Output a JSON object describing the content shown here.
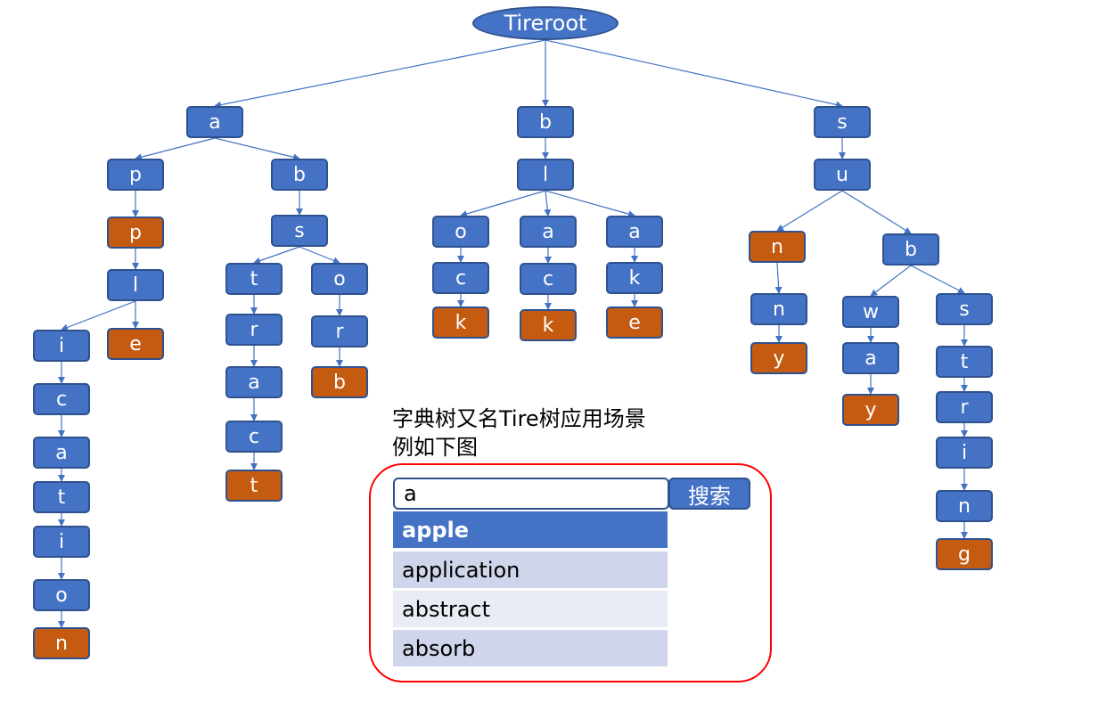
{
  "root": {
    "label": "Tireroot"
  },
  "colors": {
    "node_fill": "#4472c4",
    "leaf_fill": "#c55a11",
    "edge": "#4472c4",
    "frame": "#ff0000"
  },
  "nodes": {
    "a1": "a",
    "p1": "p",
    "p2": "p",
    "l1": "l",
    "e1": "e",
    "i1": "i",
    "c1": "c",
    "a2": "a",
    "t1": "t",
    "i2": "i",
    "o1": "o",
    "n1": "n",
    "b1": "b",
    "s1": "s",
    "t2": "t",
    "r1": "r",
    "a3": "a",
    "c2": "c",
    "t3": "t",
    "o2": "o",
    "r2": "r",
    "b2": "b",
    "b3": "b",
    "l2": "l",
    "o3": "o",
    "c3": "c",
    "k1": "k",
    "a4": "a",
    "c4": "c",
    "k2": "k",
    "a5": "a",
    "k3": "k",
    "e2": "e",
    "s2": "s",
    "u1": "u",
    "n2": "n",
    "n3": "n",
    "y1": "y",
    "b4": "b",
    "w1": "w",
    "a6": "a",
    "y2": "y",
    "s3": "s",
    "t4": "t",
    "r3": "r",
    "i3": "i",
    "n4": "n",
    "g1": "g"
  },
  "caption": {
    "line1": "字典树又名Tire树应用场景",
    "line2": "例如下图"
  },
  "search": {
    "input_value": "a",
    "button_label": "搜索",
    "suggestions": [
      "apple",
      "application",
      "abstract",
      "absorb"
    ]
  }
}
